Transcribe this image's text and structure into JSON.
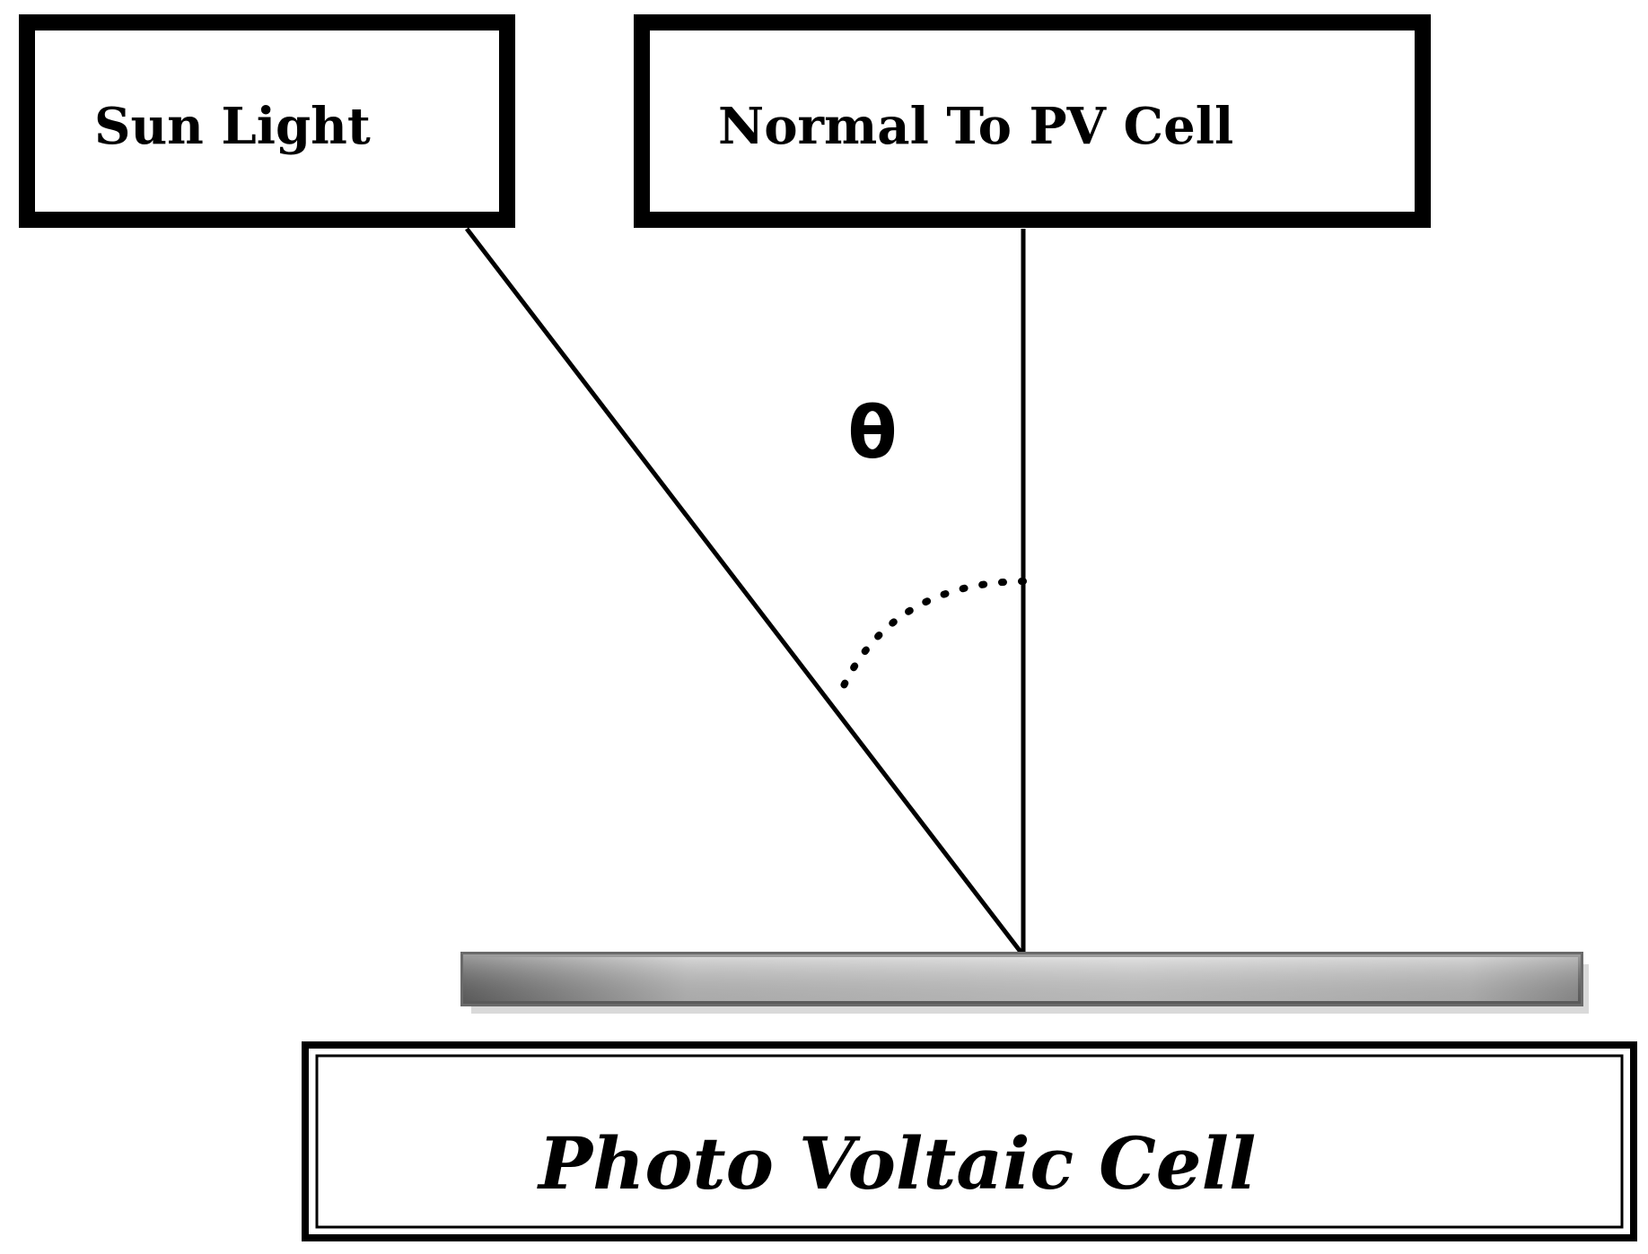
{
  "labels": {
    "sun_light": "Sun Light",
    "normal": "Normal To PV Cell",
    "angle": "θ",
    "cell": "Photo Voltaic Cell"
  },
  "colors": {
    "ink": "#000000",
    "background": "#ffffff",
    "panel_dark": "#6a6a6a",
    "panel_light": "#d6d6d6",
    "panel_shadow": "#cfcfcf"
  }
}
